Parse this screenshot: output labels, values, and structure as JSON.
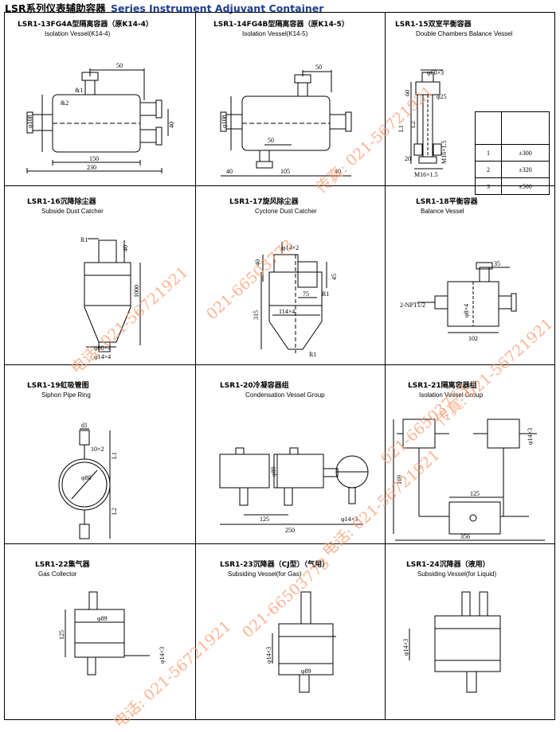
{
  "header": {
    "title_cn": "LSR系列仪表辅助容器",
    "title_en": "Series Instrument Adjuvant Container"
  },
  "items": [
    {
      "title": "LSR1-13FG4A型隔离容器（原K14-4）",
      "subtitle": "Isolation Vessel(K14-4)"
    },
    {
      "title": "LSR1-14FG4B型隔离容器（原K14-5）",
      "subtitle": "Isolation Vessel(K14-5)"
    },
    {
      "title": "LSR1-15双室平衡容器",
      "subtitle": "Double Chambers Balance Vessel"
    },
    {
      "title": "LSR1-16沉降除尘器",
      "subtitle": "Subside Dust Catcher"
    },
    {
      "title": "LSR1-17旋风除尘器",
      "subtitle": "Cyclone Dust Catcher"
    },
    {
      "title": "LSR1-18平衡容器",
      "subtitle": "Balance Vessel"
    },
    {
      "title": "LSR1-19虹吸管图",
      "subtitle": "Siphon Pipe Ring"
    },
    {
      "title": "LSR1-20冷凝容器组",
      "subtitle": "Condensation Vessel Group"
    },
    {
      "title": "LSR1-21隔离容器组",
      "subtitle": "Isolation Vessel Group"
    },
    {
      "title": "LSR1-22集气器",
      "subtitle": "Gas Collector"
    },
    {
      "title": "LSR1-23沉降器（CJ型）（气用）",
      "subtitle": "Subsiding Vessel(for Gas)"
    },
    {
      "title": "LSR1-24沉降器（液用）",
      "subtitle": "Subsiding Vessel(for Liquid)"
    }
  ],
  "dims": {
    "d13": [
      "50",
      "&1",
      "&2",
      "φ108",
      "40",
      "150",
      "230"
    ],
    "d14": [
      "50",
      "φ108",
      "50",
      "40",
      "105",
      "40"
    ],
    "d15": [
      "φ60×3",
      "φ25",
      "60",
      "L1",
      "L2",
      "M16×1.5",
      "M16×1.5",
      "20"
    ],
    "d16": [
      "R1",
      "40",
      "1000",
      "φ60×4",
      "φ14×4"
    ],
    "d17": [
      "φ14×2",
      "40",
      "45",
      "75",
      "R1",
      "315",
      "114×4",
      "R1"
    ],
    "d18": [
      "35",
      "2-NPT1/2",
      "φ8×4",
      "102"
    ],
    "d19": [
      "d1",
      "10×2",
      "L1",
      "L2",
      "φ80"
    ],
    "d20": [
      "φ89",
      "125",
      "250",
      "φ14×3"
    ],
    "d21": [
      "φ14×3",
      "169",
      "125",
      "356"
    ],
    "d22": [
      "φ89",
      "125",
      "φ14×3"
    ],
    "d23": [
      "φ14×3",
      "φ89"
    ],
    "d24": [
      "φ14×3"
    ]
  },
  "table15": {
    "rows": [
      [
        "1",
        "±300"
      ],
      [
        "2",
        "±320"
      ],
      [
        "3",
        "±500"
      ]
    ]
  },
  "watermarks": [
    "电话: 021-56721921",
    "021-66503773",
    "传真: 021-56721921",
    "电话: 021-56721921",
    "021-66503773",
    "传真: 021-56721921",
    "电话: 021-56721921",
    "021-66503773"
  ]
}
